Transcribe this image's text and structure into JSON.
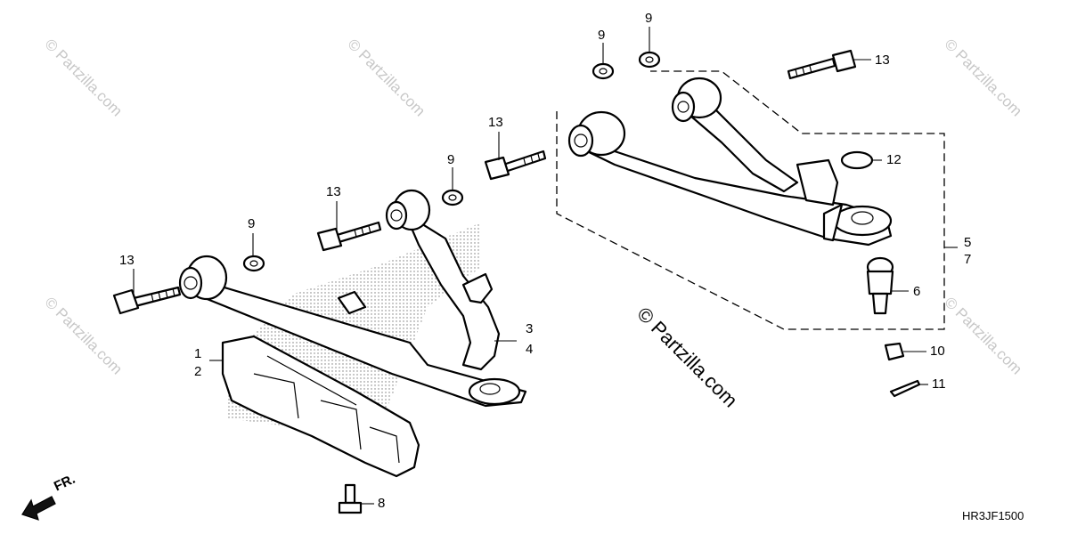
{
  "watermark": "© Partzilla.com",
  "diagram_code": "HR3JF1500",
  "front_label": "FR.",
  "callouts": {
    "c1": "1",
    "c2": "2",
    "c3": "3",
    "c4": "4",
    "c5": "5",
    "c6": "6",
    "c7": "7",
    "c8": "8",
    "c9a": "9",
    "c9b": "9",
    "c9c": "9",
    "c9d": "9",
    "c10": "10",
    "c11": "11",
    "c12": "12",
    "c13a": "13",
    "c13b": "13",
    "c13c": "13",
    "c13d": "13"
  }
}
